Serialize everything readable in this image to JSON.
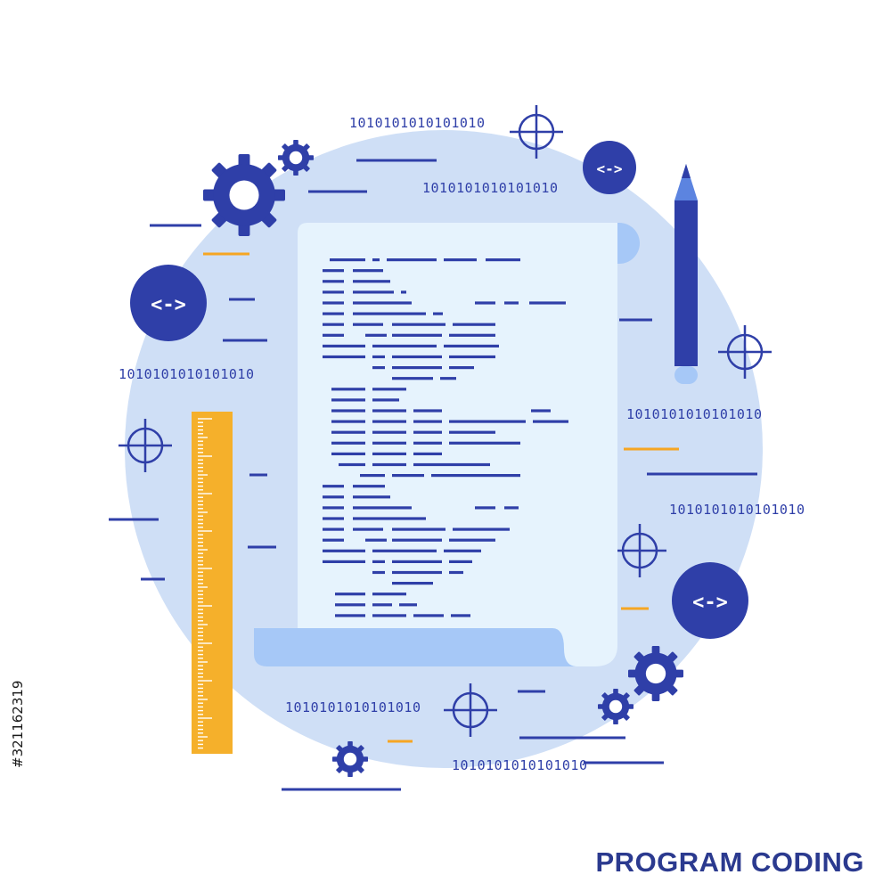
{
  "caption": "PROGRAM CODING",
  "stock_id": "#321162319",
  "binary": {
    "b1": "1010101010101010",
    "b2": "1010101010101010",
    "b3": "1010101010101010",
    "b4": "1010101010101010",
    "b5": "1010101010101010",
    "b6": "1010101010101010",
    "b7": "1010101010101010"
  },
  "code_badge": "<->",
  "colors": {
    "primary_blue": "#2f3fa8",
    "light_circle": "#cfdff6",
    "paper": "#e6f3fd",
    "paper_fold": "#a6c8f7",
    "ruler": "#f5b02b",
    "accent_orange": "#f6a623"
  }
}
